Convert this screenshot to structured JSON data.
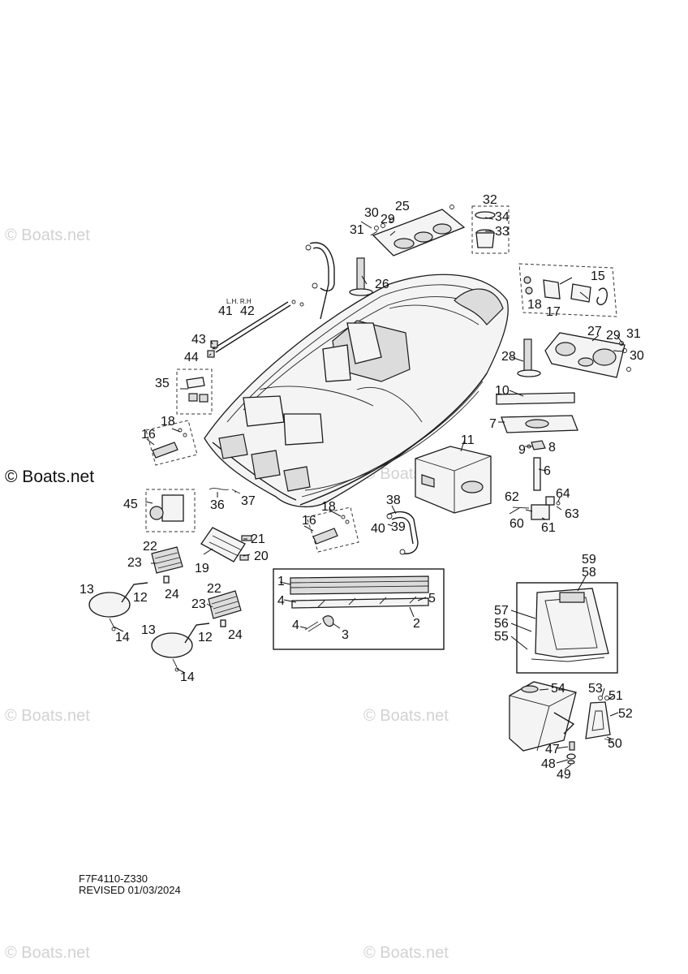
{
  "figure_code": "F7F4110-Z330",
  "revision": "REVISED 01/03/2024",
  "watermark": "© Boats.net",
  "side_note": "L.H. R.H",
  "callouts": {
    "c1": "1",
    "c2": "2",
    "c3": "3",
    "c4a": "4",
    "c4b": "4",
    "c5": "5",
    "c6": "6",
    "c7": "7",
    "c8": "8",
    "c9": "9",
    "c10": "10",
    "c11": "11",
    "c12a": "12",
    "c12b": "12",
    "c13a": "13",
    "c13b": "13",
    "c14a": "14",
    "c14b": "14",
    "c15": "15",
    "c16a": "16",
    "c16b": "16",
    "c17": "17",
    "c18a": "18",
    "c18b": "18",
    "c18c": "18",
    "c19": "19",
    "c20": "20",
    "c21": "21",
    "c22a": "22",
    "c22b": "22",
    "c23a": "23",
    "c23b": "23",
    "c24a": "24",
    "c24b": "24",
    "c25": "25",
    "c26": "26",
    "c27": "27",
    "c28": "28",
    "c29a": "29",
    "c29b": "29",
    "c30a": "30",
    "c30b": "30",
    "c31a": "31",
    "c31b": "31",
    "c32": "32",
    "c33": "33",
    "c34": "34",
    "c35": "35",
    "c36": "36",
    "c37": "37",
    "c38": "38",
    "c39": "39",
    "c40": "40",
    "c41": "41",
    "c42": "42",
    "c43": "43",
    "c44": "44",
    "c45": "45",
    "c47": "47",
    "c48": "48",
    "c49": "49",
    "c50": "50",
    "c51": "51",
    "c52": "52",
    "c53": "53",
    "c54": "54",
    "c55": "55",
    "c56": "56",
    "c57": "57",
    "c58": "58",
    "c59": "59",
    "c60": "60",
    "c61": "61",
    "c62": "62",
    "c63": "63",
    "c64": "64"
  }
}
